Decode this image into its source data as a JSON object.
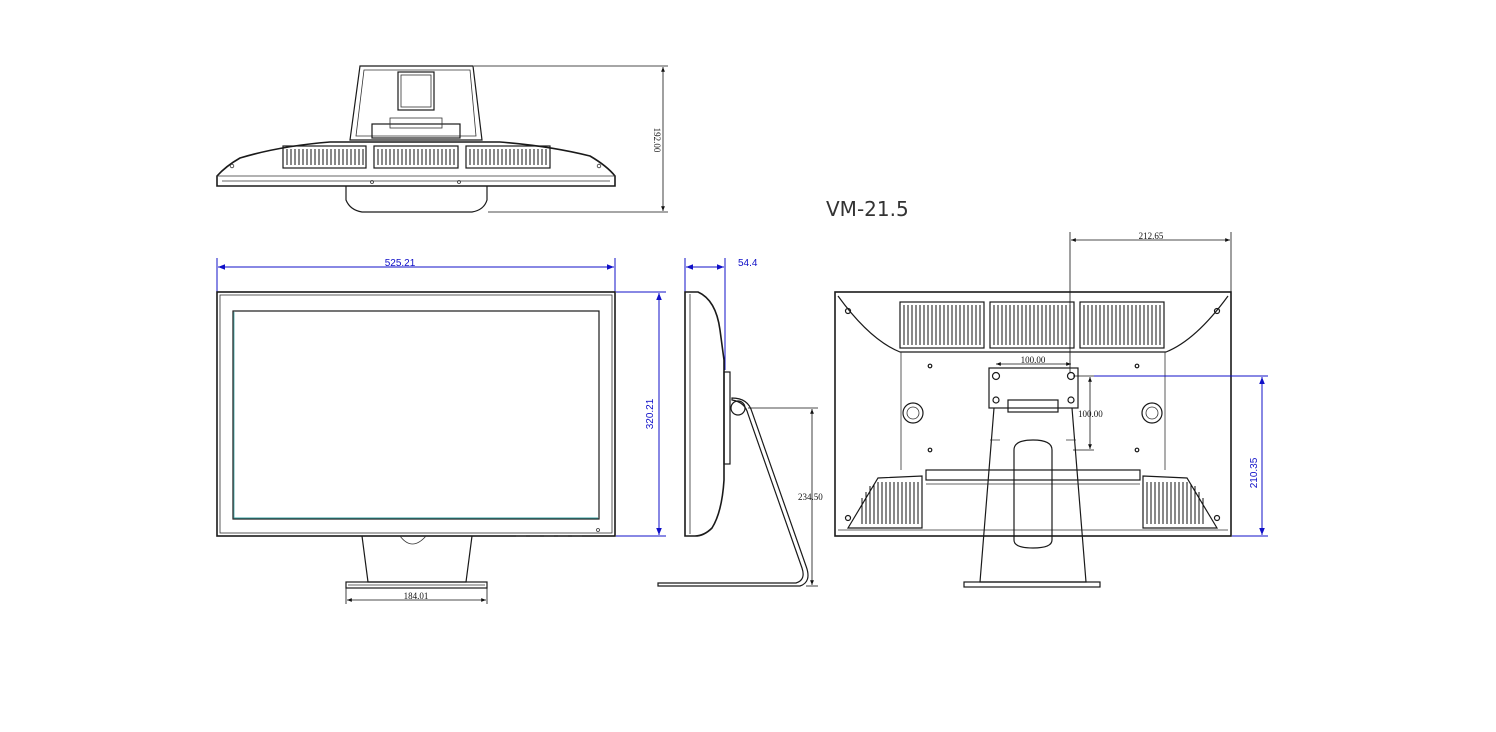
{
  "model": "VM-21.5",
  "dimensions": {
    "width": "525.21",
    "height": "320.21",
    "depth": "54.4",
    "top_depth": "192.00",
    "base_width": "184.01",
    "stand_height": "234.50",
    "rear_offset": "212.65",
    "vesa_width": "100.00",
    "vesa_height": "100.00",
    "rear_height": "210.35"
  }
}
